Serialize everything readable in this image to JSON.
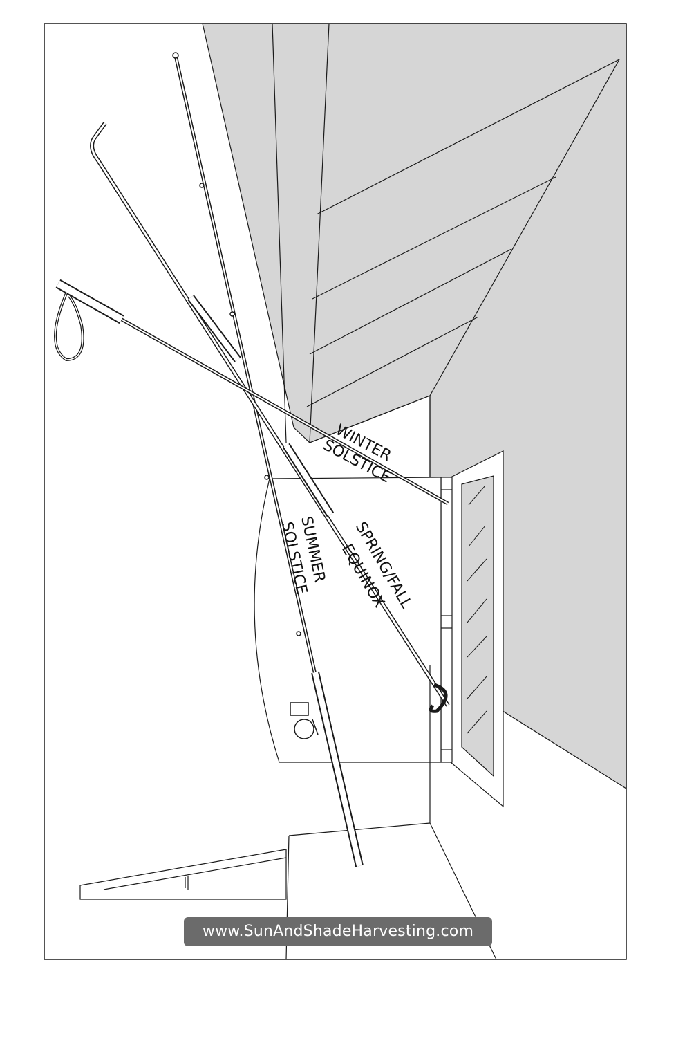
{
  "labels": {
    "winter_solstice": [
      "WINTER",
      "SOLSTICE"
    ],
    "summer_solstice": [
      "SUMMER",
      "SOLSTICE"
    ],
    "spring_fall_equinox": [
      "SPRING/FALL",
      "EQUINOX"
    ]
  },
  "watermark": "www.SunAndShadeHarvesting.com",
  "colors": {
    "wall_shade": "#d6d6d6",
    "line": "#1a1a1a",
    "watermark_bg": "#6b6b6b",
    "watermark_text": "#ffffff"
  }
}
